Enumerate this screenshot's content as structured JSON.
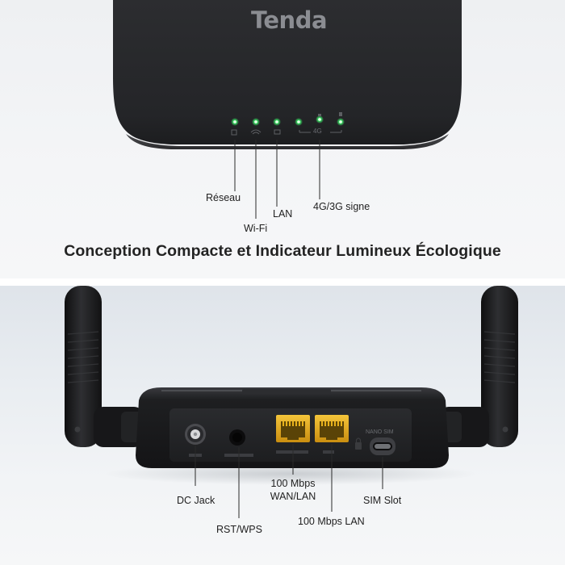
{
  "brand": "Tenda",
  "headline": "Conception Compacte et Indicateur Lumineux Écologique",
  "top_labels": {
    "network": "Réseau",
    "wifi": "Wi-Fi",
    "lan": "LAN",
    "signal": "4G/3G signe"
  },
  "led_group_label": "4G",
  "port_labels": {
    "nano_sim": "NANO SIM"
  },
  "bottom_labels": {
    "dc_jack": "DC Jack",
    "rst_wps": "RST/WPS",
    "wan_lan_speed": "100 Mbps",
    "wan_lan": "WAN/LAN",
    "lan_speed": "100 Mbps LAN",
    "sim_slot": "SIM Slot"
  },
  "colors": {
    "led_green": "#3cf06a",
    "port_yellow": "#e8b21c",
    "device_body": "#26272a"
  }
}
